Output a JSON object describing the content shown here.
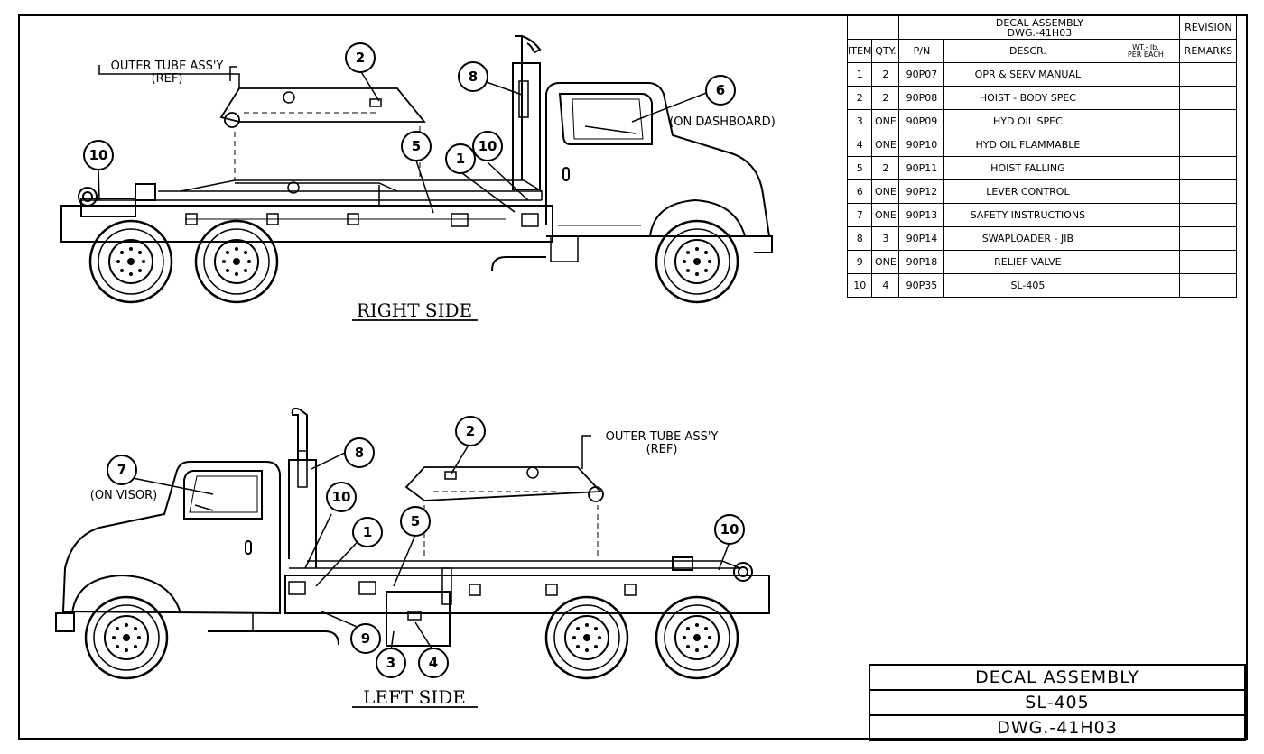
{
  "views": {
    "right": {
      "title": "RIGHT SIDE",
      "outer_tube_label": "OUTER TUBE ASS'Y",
      "outer_tube_ref": "(REF)",
      "dashboard_note": "(ON DASHBOARD)",
      "callouts": [
        "2",
        "8",
        "6",
        "10",
        "5",
        "1",
        "10"
      ]
    },
    "left": {
      "title": "LEFT SIDE",
      "outer_tube_label": "OUTER TUBE ASS'Y",
      "outer_tube_ref": "(REF)",
      "visor_note": "(ON VISOR)",
      "callouts": [
        "7",
        "8",
        "2",
        "10",
        "1",
        "5",
        "10",
        "9",
        "3",
        "4"
      ]
    }
  },
  "bom": {
    "assembly_title": "DECAL ASSEMBLY",
    "dwg": "DWG.-41H03",
    "revision_header": "REVISION",
    "headers": {
      "item": "ITEM",
      "qty": "QTY.",
      "pn": "P/N",
      "descr": "DESCR.",
      "wt": "WT.- lb.",
      "wt2": "PER EACH",
      "remarks": "REMARKS"
    },
    "rows": [
      {
        "item": "1",
        "qty": "2",
        "pn": "90P07",
        "descr": "OPR & SERV MANUAL"
      },
      {
        "item": "2",
        "qty": "2",
        "pn": "90P08",
        "descr": "HOIST - BODY SPEC"
      },
      {
        "item": "3",
        "qty": "ONE",
        "pn": "90P09",
        "descr": "HYD OIL SPEC"
      },
      {
        "item": "4",
        "qty": "ONE",
        "pn": "90P10",
        "descr": "HYD OIL FLAMMABLE"
      },
      {
        "item": "5",
        "qty": "2",
        "pn": "90P11",
        "descr": "HOIST FALLING"
      },
      {
        "item": "6",
        "qty": "ONE",
        "pn": "90P12",
        "descr": "LEVER CONTROL"
      },
      {
        "item": "7",
        "qty": "ONE",
        "pn": "90P13",
        "descr": "SAFETY INSTRUCTIONS"
      },
      {
        "item": "8",
        "qty": "3",
        "pn": "90P14",
        "descr": "SWAPLOADER - JIB"
      },
      {
        "item": "9",
        "qty": "ONE",
        "pn": "90P18",
        "descr": "RELIEF VALVE"
      },
      {
        "item": "10",
        "qty": "4",
        "pn": "90P35",
        "descr": "SL-405"
      }
    ]
  },
  "title_block": {
    "line1": "DECAL ASSEMBLY",
    "line2": "SL-405",
    "line3": "DWG.-41H03"
  }
}
